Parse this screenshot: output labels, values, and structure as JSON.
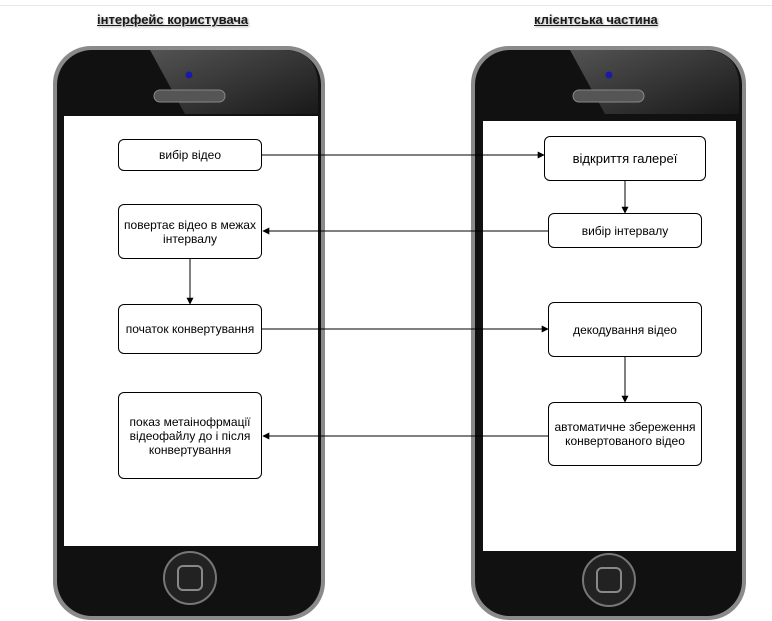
{
  "titles": {
    "left": "інтерфейс користувача",
    "right": "клієнтська частина"
  },
  "nodes": {
    "choose_video": "вибір відео",
    "return_video": "повертає відео в межах інтервалу",
    "start_convert": "початок конвертування",
    "show_meta": "показ метаінофрмації відеофайлу до і після конвертування",
    "open_gallery": "відкриття галереї",
    "choose_interval": "вибір інтервалу",
    "decode_video": "декодування відео",
    "auto_save": "автоматичне збереження конвертованого відео"
  },
  "colors": {
    "phone_body": "#111111",
    "phone_edge": "#8a8a8a",
    "screen": "#ffffff",
    "camera": "#1a1aa6"
  }
}
